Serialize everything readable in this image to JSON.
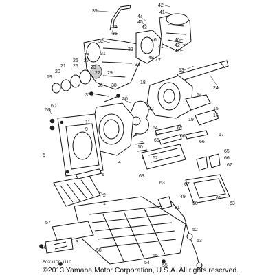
{
  "diagram": {
    "part_numbers": [
      "1",
      "2",
      "3",
      "4",
      "5",
      "6",
      "7",
      "8",
      "9",
      "10",
      "11",
      "12",
      "13",
      "14",
      "15",
      "16",
      "17",
      "18",
      "19",
      "20",
      "21",
      "22",
      "23",
      "24",
      "25",
      "26",
      "27",
      "28",
      "29",
      "30",
      "31",
      "32",
      "33",
      "34",
      "35",
      "36",
      "37",
      "38",
      "39",
      "40",
      "41",
      "42",
      "43",
      "44",
      "45",
      "46",
      "47",
      "48",
      "49",
      "50",
      "51",
      "52",
      "53",
      "54",
      "55",
      "56",
      "57",
      "58",
      "59",
      "60",
      "61",
      "62",
      "63",
      "64",
      "65",
      "66",
      "67"
    ],
    "drawing_code": "F0X3100-1110",
    "copyright": "©2013 Yamaha Motor Corporation, U.S.A. All rights reserved."
  }
}
